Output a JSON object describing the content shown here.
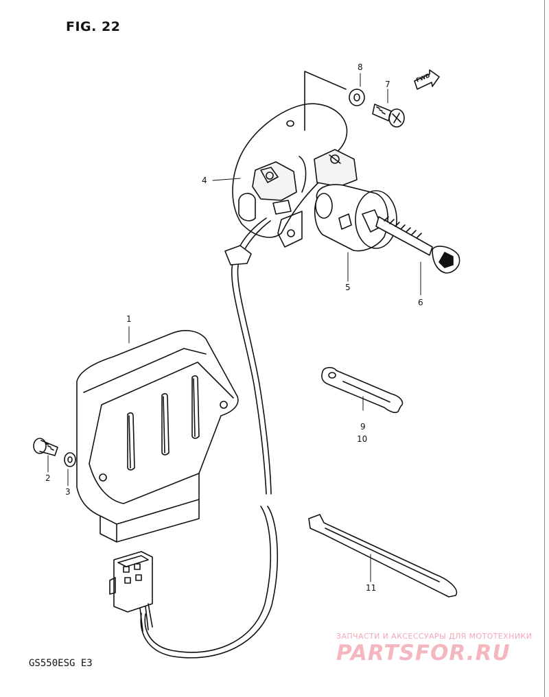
{
  "figure": {
    "title": "FIG. 22",
    "model": "GS550ESG  E3"
  },
  "fwd_label": "FWD",
  "callouts": {
    "c1": "1",
    "c2": "2",
    "c3": "3",
    "c4": "4",
    "c5": "5",
    "c6": "6",
    "c7": "7",
    "c8": "8",
    "c9": "9",
    "c10": "10",
    "c11": "11"
  },
  "watermark": {
    "tagline": "ЗАПЧАСТИ И АКСЕССУАРЫ ДЛЯ МОТОТЕХНИКИ",
    "logo": "PARTSFOR.RU"
  }
}
